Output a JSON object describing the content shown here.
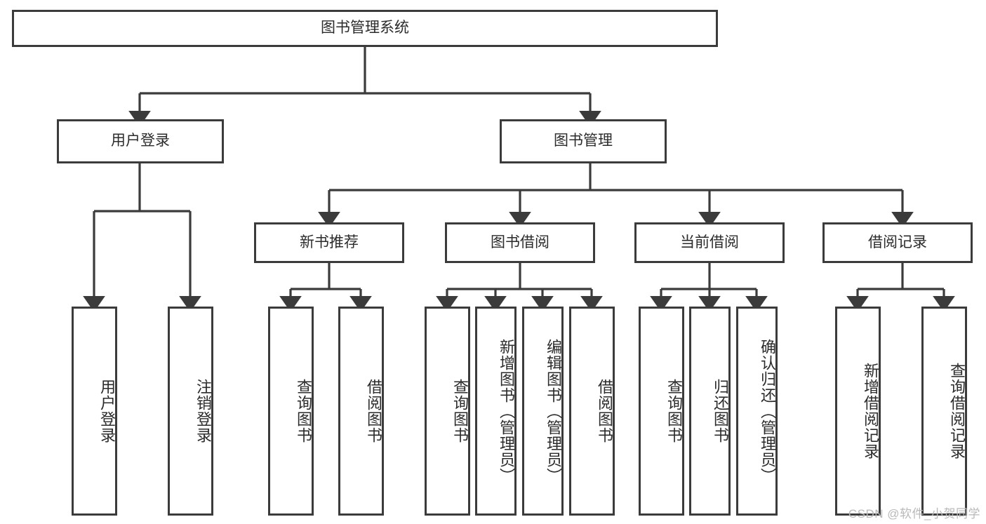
{
  "diagram": {
    "type": "tree",
    "title": "图书管理系统",
    "orientation": "top-down",
    "style": {
      "border_color": "#3b3b3b",
      "text_color": "#2b2b2b",
      "background": "#ffffff",
      "edge_color": "#3b3b3b"
    }
  },
  "nodes": {
    "root": {
      "label": "图书管理系统"
    },
    "level1": [
      {
        "label": "用户登录"
      },
      {
        "label": "图书管理"
      }
    ],
    "level2": [
      {
        "label": "新书推荐"
      },
      {
        "label": "图书借阅"
      },
      {
        "label": "当前借阅"
      },
      {
        "label": "借阅记录"
      }
    ],
    "leaves": {
      "user_login": [
        {
          "label": "用户登录"
        },
        {
          "label": "注销登录"
        }
      ],
      "new_book_recommend": [
        {
          "label": "查询图书"
        },
        {
          "label": "借阅图书"
        }
      ],
      "book_borrow": [
        {
          "label": "查询图书"
        },
        {
          "label": "新增图书（管理员）"
        },
        {
          "label": "编辑图书（管理员）"
        },
        {
          "label": "借阅图书"
        }
      ],
      "current_borrow": [
        {
          "label": "查询图书"
        },
        {
          "label": "归还图书"
        },
        {
          "label": "确认归还（管理员）"
        }
      ],
      "borrow_record": [
        {
          "label": "新增借阅记录"
        },
        {
          "label": "查询借阅记录"
        }
      ]
    }
  },
  "watermark": {
    "text": "CSDN @软件_小贺同学"
  }
}
